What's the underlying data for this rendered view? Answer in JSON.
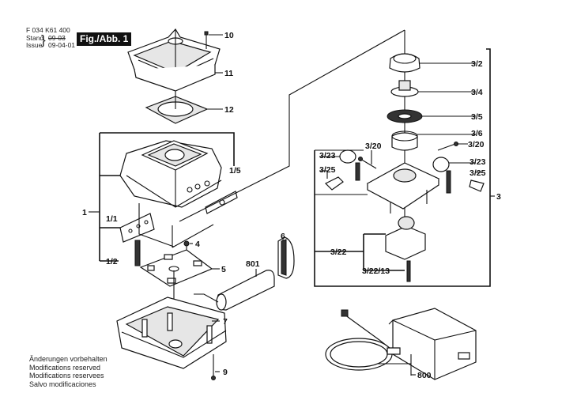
{
  "header": {
    "doc_number": "F 034 K61 400",
    "stand_label": "Stand",
    "issue_label": "Issue",
    "stand_value": "09-03",
    "issue_value": "09-04-01",
    "figure_label": "Fig./Abb. 1"
  },
  "notes": [
    "Änderungen vorbehalten",
    "Modifications reserved",
    "Modifications reservees",
    "Salvo modificaciones"
  ],
  "parts": {
    "p1": "1",
    "p1_1": "1/1",
    "p1_2": "1/2",
    "p1_5": "1/5",
    "p3": "3",
    "p3_2": "3/2",
    "p3_4": "3/4",
    "p3_5": "3/5",
    "p3_6": "3/6",
    "p3_20_left": "3/20",
    "p3_20_right": "3/20",
    "p3_22": "3/22",
    "p3_22_13": "3/22/13",
    "p3_23_left": "3/23",
    "p3_23_right": "3/23",
    "p3_25_left": "3/25",
    "p3_25_right": "3/25",
    "p4": "4",
    "p5": "5",
    "p6": "6",
    "p7": "7",
    "p9": "9",
    "p10": "10",
    "p11": "11",
    "p12": "12",
    "p800": "800",
    "p801": "801"
  }
}
